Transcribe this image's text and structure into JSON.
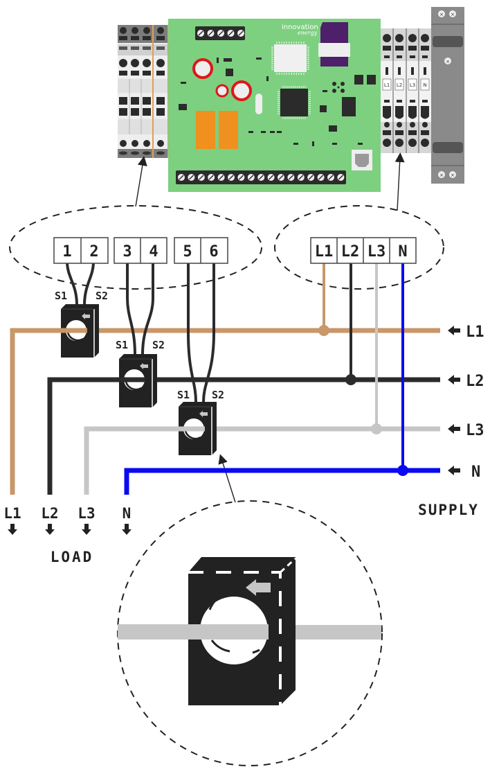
{
  "board": {
    "logo_line1": "innovation",
    "logo_line2": "energy",
    "pcb_color": "#7dd080",
    "relay_color": "#f0901e",
    "capacitor_ring_color": "#e0161a",
    "sd_card_color": "#4e1f6b",
    "top_terminal_screws": 5,
    "bottom_terminal_screws": 17
  },
  "left_din_block": {
    "slots": 4,
    "separator_color": "#e0a050"
  },
  "right_din_block": {
    "labels": [
      "L1",
      "L2",
      "L3",
      "N"
    ]
  },
  "ct_terminal_group": {
    "pairs": [
      {
        "a": "1",
        "b": "2"
      },
      {
        "a": "3",
        "b": "4"
      },
      {
        "a": "5",
        "b": "6"
      }
    ]
  },
  "voltage_terminal_group": {
    "labels": [
      "L1",
      "L2",
      "L3",
      "N"
    ]
  },
  "ct_sensors": [
    {
      "s1": "S1",
      "s2": "S2",
      "phase": "L1"
    },
    {
      "s1": "S1",
      "s2": "S2",
      "phase": "L2"
    },
    {
      "s1": "S1",
      "s2": "S2",
      "phase": "L3"
    }
  ],
  "supply": {
    "title": "SUPPLY",
    "lines": [
      {
        "label": "L1",
        "color": "#c8976a"
      },
      {
        "label": "L2",
        "color": "#2b2b2b"
      },
      {
        "label": "L3",
        "color": "#c6c6c6"
      },
      {
        "label": "N",
        "color": "#0a0af0"
      }
    ]
  },
  "load": {
    "title": "LOAD",
    "lines": [
      {
        "label": "L1"
      },
      {
        "label": "L2"
      },
      {
        "label": "L3"
      },
      {
        "label": "N"
      }
    ]
  },
  "detail_view": {
    "subject": "ct-sensor-closeup"
  }
}
